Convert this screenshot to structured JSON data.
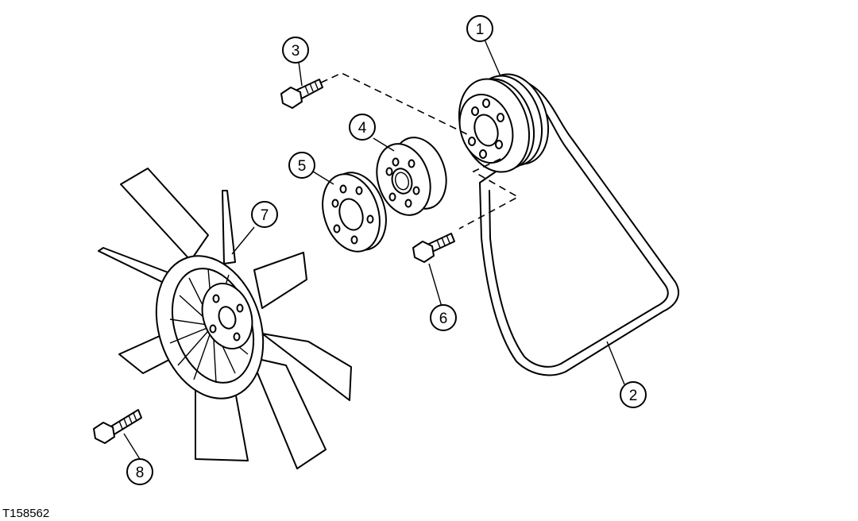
{
  "figure_id": "T158562",
  "callouts": [
    {
      "label": "1"
    },
    {
      "label": "2"
    },
    {
      "label": "3"
    },
    {
      "label": "4"
    },
    {
      "label": "5"
    },
    {
      "label": "6"
    },
    {
      "label": "7"
    },
    {
      "label": "8"
    }
  ]
}
